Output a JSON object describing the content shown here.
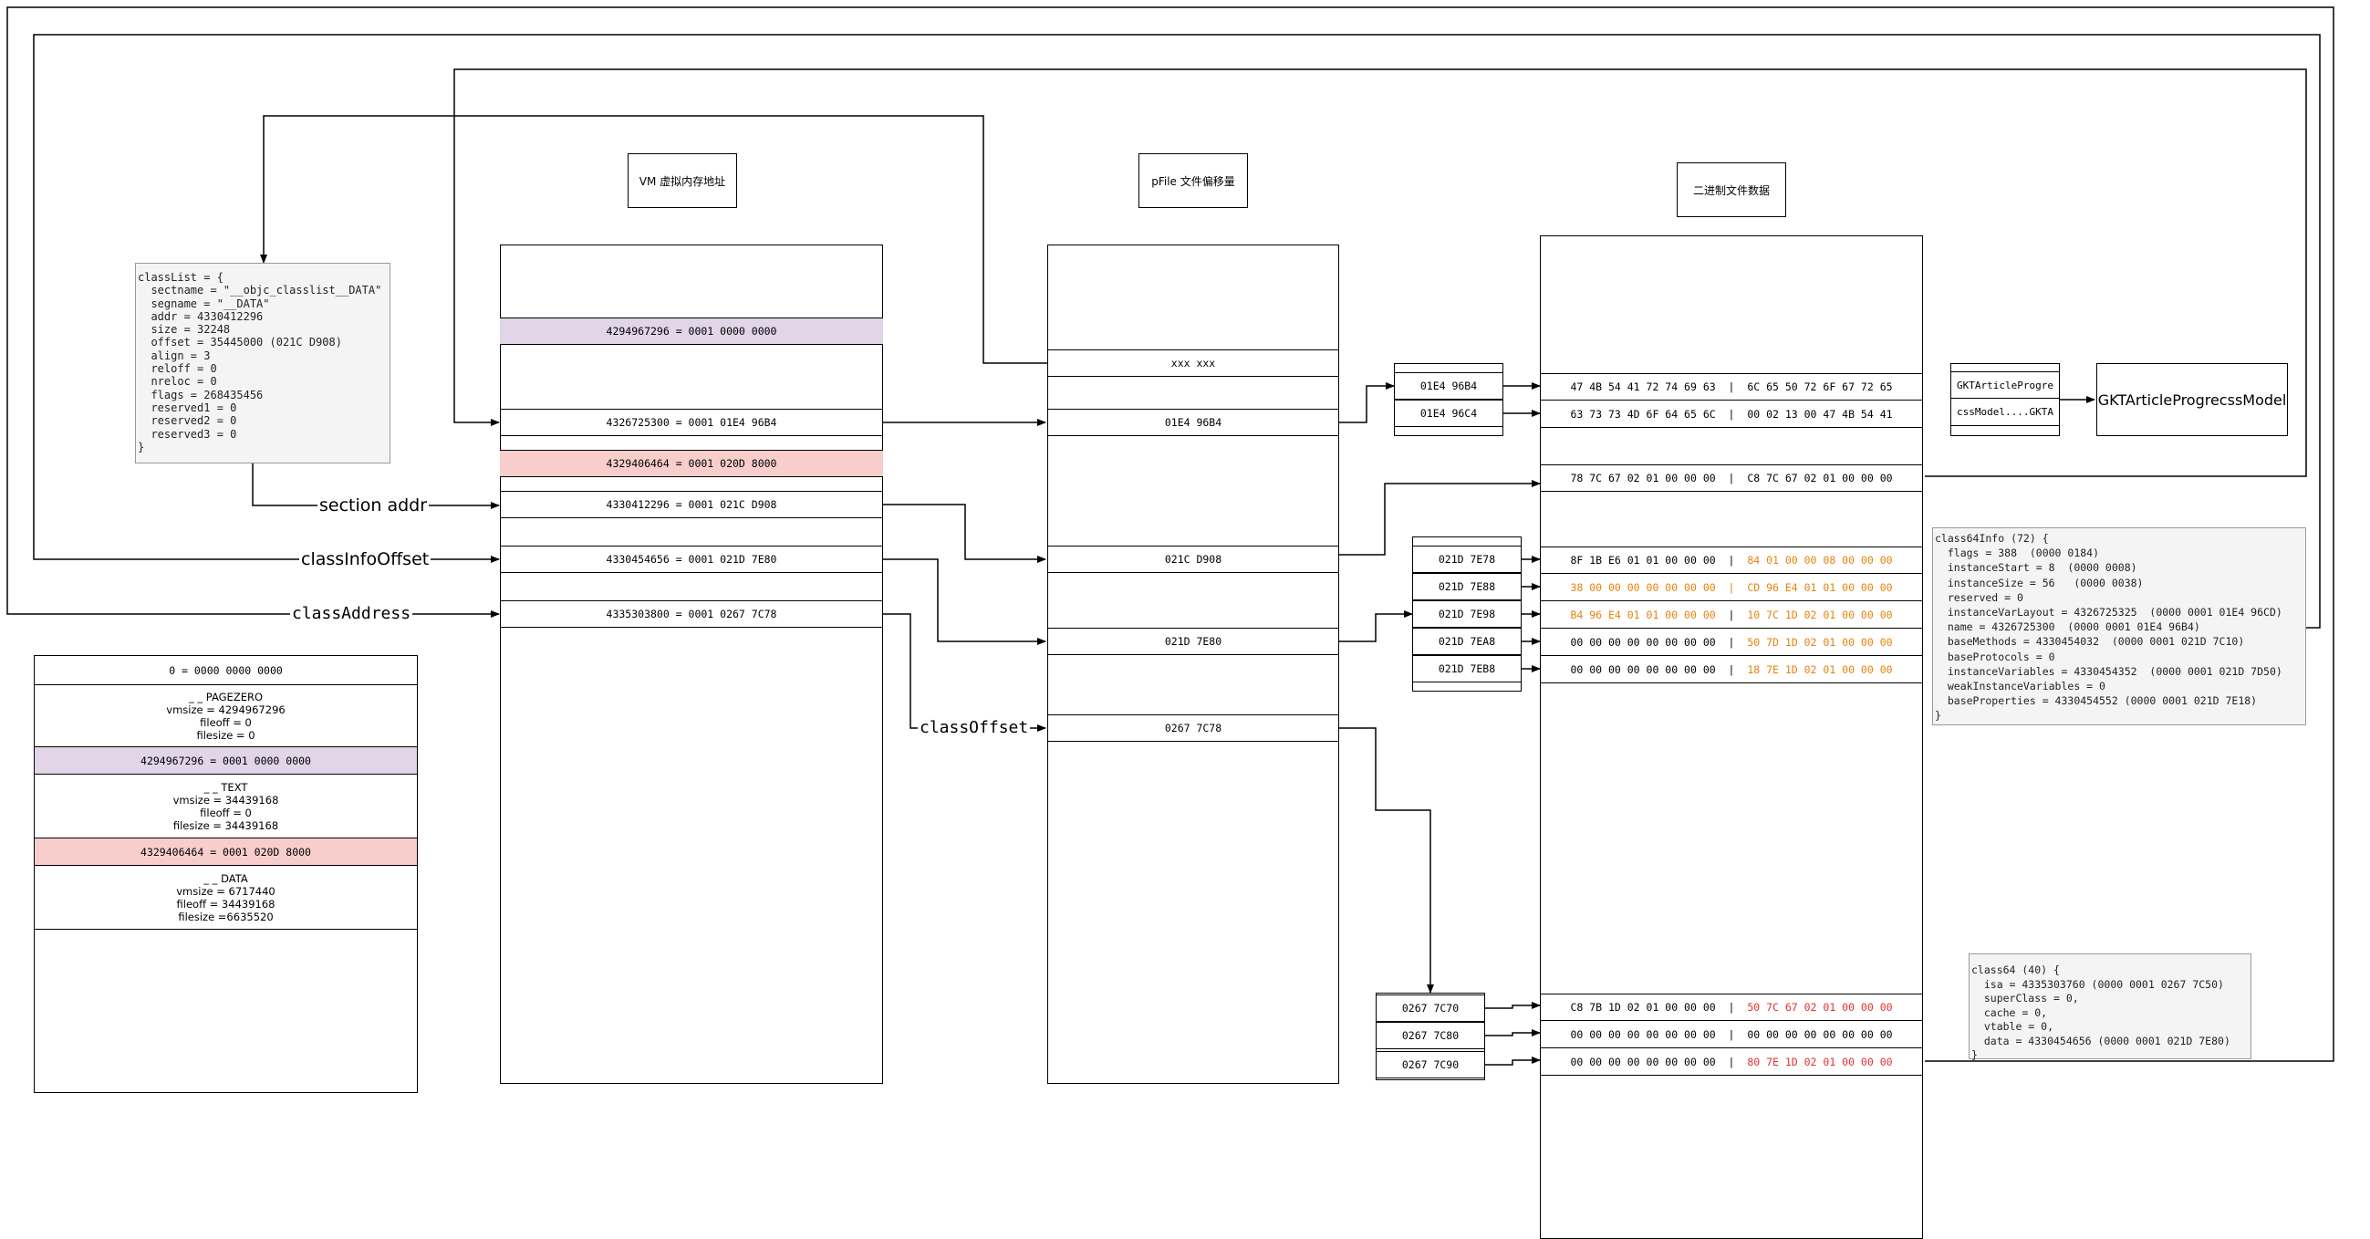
{
  "headers": {
    "vm": "VM 虚拟内存地址",
    "pfile": "pFile 文件偏移量",
    "binary": "二进制文件数据"
  },
  "classlist_note": "classList = {\n  sectname = \"__objc_classlist__DATA\"\n  segname = \"__DATA\"\n  addr = 4330412296\n  size = 32248\n  offset = 35445000 (021C D908)\n  align = 3\n  reloff = 0\n  nreloc = 0\n  flags = 268435456\n  reserved1 = 0\n  reserved2 = 0\n  reserved3 = 0\n}",
  "labels": {
    "section_addr": "section addr",
    "class_info_offset": "classInfoOffset",
    "class_address": "classAddress",
    "class_offset": "classOffset"
  },
  "vm_rows": [
    "4294967296 = 0001 0000 0000",
    "4326725300 = 0001 01E4 96B4",
    "4329406464 = 0001 020D 8000",
    "4330412296 = 0001 021C D908",
    "4330454656 = 0001 021D 7E80",
    "4335303800 = 0001 0267 7C78"
  ],
  "segments": {
    "zero": "0 = 0000 0000 0000",
    "pagezero": [
      "_ _ PAGEZERO",
      "vmsize = 4294967296",
      "fileoff = 0",
      "filesize = 0"
    ],
    "text_start": "4294967296 = 0001 0000 0000",
    "text": [
      "_ _ TEXT",
      "vmsize = 34439168",
      "fileoff = 0",
      "filesize = 34439168"
    ],
    "data_start": "4329406464 = 0001 020D 8000",
    "data": [
      "_ _ DATA",
      "vmsize = 6717440",
      "fileoff = 34439168",
      "filesize =6635520"
    ]
  },
  "pfile_rows": [
    "xxx xxx",
    "01E4 96B4",
    "021C D908",
    "021D 7E80",
    "0267 7C78"
  ],
  "small_offsets_a": [
    "01E4 96B4",
    "01E4 96C4"
  ],
  "small_offsets_b": [
    "021D 7E78",
    "021D 7E88",
    "021D 7E98",
    "021D 7EA8",
    "021D 7EB8"
  ],
  "small_offsets_c": [
    "0267 7C70",
    "0267 7C80",
    "0267 7C90"
  ],
  "hex_rows_a": [
    {
      "left": "47 4B 54 41 72 74 69 63",
      "right": "6C 65 50 72 6F 67 72 65"
    },
    {
      "left": "63 73 73 4D 6F 64 65 6C",
      "right": "00 02 13 00 47 4B 54 41"
    }
  ],
  "hex_row_single": {
    "left": "78 7C 67 02 01 00 00 00",
    "right": "C8 7C 67 02 01 00 00 00"
  },
  "hex_rows_b": [
    {
      "left": "8F 1B E6 01 01 00 00 00",
      "right": "84 01 00 00 08 00 00 00",
      "lc": "blk",
      "rc": "org"
    },
    {
      "left": "38 00 00 00 00 00 00 00",
      "right": "CD 96 E4 01 01 00 00 00",
      "lc": "org",
      "rc": "org"
    },
    {
      "left": "B4 96 E4 01 01 00 00 00",
      "right": "10 7C 1D 02 01 00 00 00",
      "lc": "org",
      "rc": "org"
    },
    {
      "left": "00 00 00 00 00 00 00 00",
      "right": "50 7D 1D 02 01 00 00 00",
      "lc": "blk",
      "rc": "org"
    },
    {
      "left": "00 00 00 00 00 00 00 00",
      "right": "18 7E 1D 02 01 00 00 00",
      "lc": "blk",
      "rc": "org"
    }
  ],
  "hex_rows_c": [
    {
      "left": "C8 7B 1D 02 01 00 00 00",
      "right": "50 7C 67 02 01 00 00 00",
      "lc": "blk",
      "rc": "red"
    },
    {
      "left": "00 00 00 00 00 00 00 00",
      "right": "00 00 00 00 00 00 00 00",
      "lc": "blk",
      "rc": "blk"
    },
    {
      "left": "00 00 00 00 00 00 00 00",
      "right": "80 7E 1D 02 01 00 00 00",
      "lc": "blk",
      "rc": "red"
    }
  ],
  "string_box": [
    "GKTArticleProgre",
    "cssModel....GKTA"
  ],
  "class_name": "GKTArticleProgrecssModel",
  "class64info_note": "class64Info (72) {\n  flags = 388  (0000 0184)\n  instanceStart = 8  (0000 0008)\n  instanceSize = 56   (0000 0038)\n  reserved = 0\n  instanceVarLayout = 4326725325  (0000 0001 01E4 96CD)\n  name = 4326725300  (0000 0001 01E4 96B4)\n  baseMethods = 4330454032  (0000 0001 021D 7C10)\n  baseProtocols = 0\n  instanceVariables = 4330454352  (0000 0001 021D 7D50)\n  weakInstanceVariables = 0\n  baseProperties = 4330454552 (0000 0001 021D 7E18)\n}",
  "class64_note": "class64 (40) {\n  isa = 4335303760 (0000 0001 0267 7C50)\n  superClass = 0,\n  cache = 0,\n  vtable = 0,\n  data = 4330454656 (0000 0001 021D 7E80)\n}",
  "colors": {
    "purple_fill": "#e1d5e7",
    "pink_fill": "#f8cecc",
    "orange_text": "#e8820c",
    "red_text": "#e33030",
    "note_fill": "#f4f4f4"
  }
}
